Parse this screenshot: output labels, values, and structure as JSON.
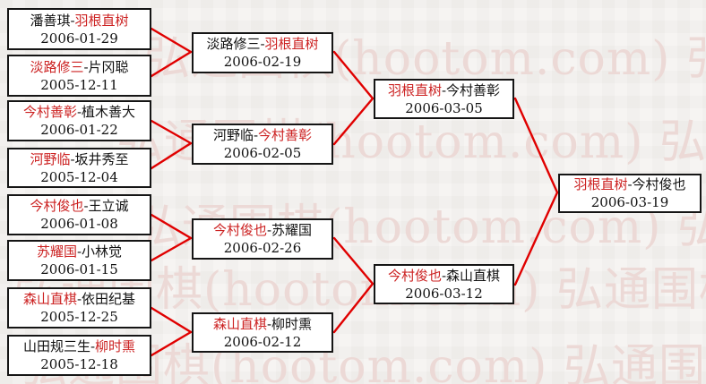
{
  "watermark": {
    "text": "弘通围棋(hootom.com)"
  },
  "colors": {
    "line_red": "#e00000",
    "winner_red": "#cc2222",
    "text_black": "#111111",
    "box_border": "#151515",
    "background": "#f6f4f2",
    "watermark": "#ecd9d6"
  },
  "bracket": {
    "separator": "-",
    "matches": [
      {
        "id": "r1-m1",
        "round": 1,
        "first": "潘善琪",
        "first_color": "black",
        "second": "羽根直树",
        "second_color": "red",
        "date": "2006-01-29"
      },
      {
        "id": "r1-m2",
        "round": 1,
        "first": "淡路修三",
        "first_color": "red",
        "second": "片冈聪",
        "second_color": "black",
        "date": "2005-12-11"
      },
      {
        "id": "r1-m3",
        "round": 1,
        "first": "今村善彰",
        "first_color": "red",
        "second": "植木善大",
        "second_color": "black",
        "date": "2006-01-22"
      },
      {
        "id": "r1-m4",
        "round": 1,
        "first": "河野临",
        "first_color": "red",
        "second": "坂井秀至",
        "second_color": "black",
        "date": "2005-12-04"
      },
      {
        "id": "r1-m5",
        "round": 1,
        "first": "今村俊也",
        "first_color": "red",
        "second": "王立诚",
        "second_color": "black",
        "date": "2006-01-08"
      },
      {
        "id": "r1-m6",
        "round": 1,
        "first": "苏耀国",
        "first_color": "red",
        "second": "小林觉",
        "second_color": "black",
        "date": "2006-01-15"
      },
      {
        "id": "r1-m7",
        "round": 1,
        "first": "森山直棋",
        "first_color": "red",
        "second": "依田纪基",
        "second_color": "black",
        "date": "2005-12-25"
      },
      {
        "id": "r1-m8",
        "round": 1,
        "first": "山田规三生",
        "first_color": "black",
        "second": "柳时熏",
        "second_color": "red",
        "date": "2005-12-18"
      },
      {
        "id": "r2-m1",
        "round": 2,
        "first": "淡路修三",
        "first_color": "black",
        "second": "羽根直树",
        "second_color": "red",
        "date": "2006-02-19"
      },
      {
        "id": "r2-m2",
        "round": 2,
        "first": "河野临",
        "first_color": "black",
        "second": "今村善彰",
        "second_color": "red",
        "date": "2006-02-05"
      },
      {
        "id": "r2-m3",
        "round": 2,
        "first": "今村俊也",
        "first_color": "red",
        "second": "苏耀国",
        "second_color": "black",
        "date": "2006-02-26"
      },
      {
        "id": "r2-m4",
        "round": 2,
        "first": "森山直棋",
        "first_color": "red",
        "second": "柳时熏",
        "second_color": "black",
        "date": "2006-02-12"
      },
      {
        "id": "sf-m1",
        "round": 3,
        "first": "羽根直树",
        "first_color": "red",
        "second": "今村善彰",
        "second_color": "black",
        "date": "2006-03-05"
      },
      {
        "id": "sf-m2",
        "round": 3,
        "first": "今村俊也",
        "first_color": "red",
        "second": "森山直棋",
        "second_color": "black",
        "date": "2006-03-12"
      },
      {
        "id": "final",
        "round": 4,
        "first": "羽根直树",
        "first_color": "red",
        "second": "今村俊也",
        "second_color": "black",
        "date": "2006-03-19"
      }
    ]
  }
}
